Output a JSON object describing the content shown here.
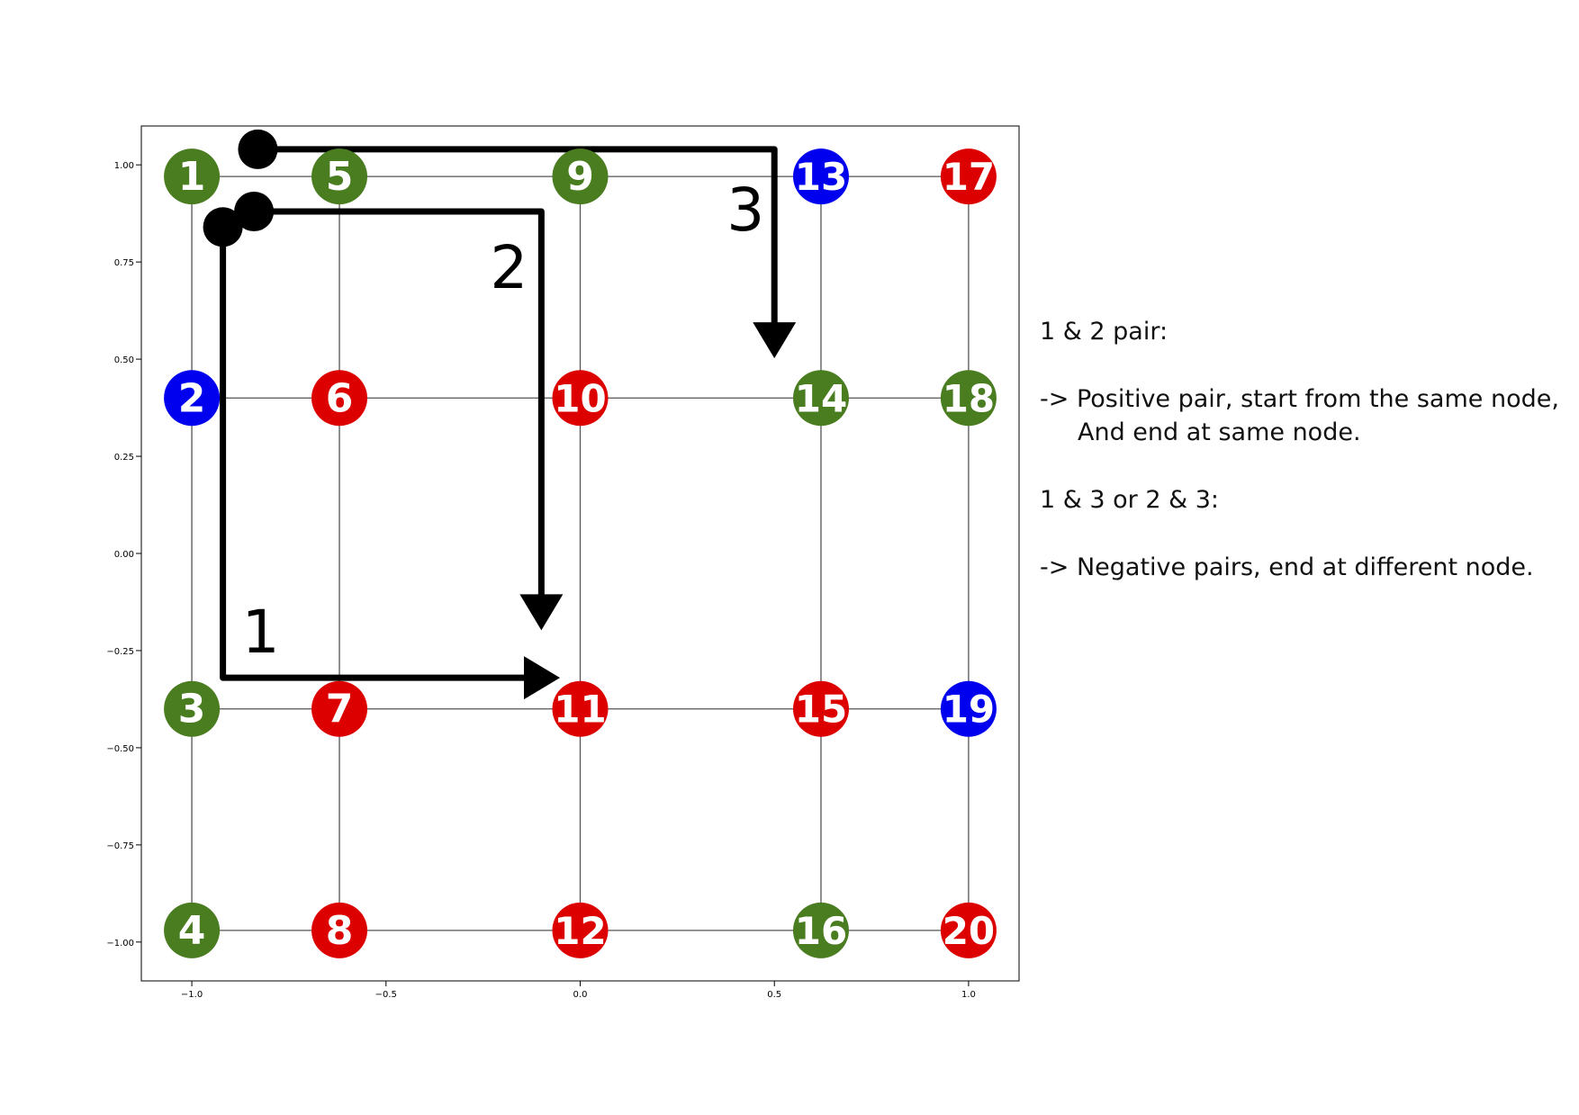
{
  "chart_data": {
    "type": "scatter",
    "title": "",
    "xlabel": "",
    "ylabel": "",
    "xlim": [
      -1.13,
      1.13
    ],
    "ylim": [
      -1.1,
      1.1
    ],
    "x_ticks": [
      {
        "value": -1.0,
        "label": "−1.0"
      },
      {
        "value": -0.5,
        "label": "−0.5"
      },
      {
        "value": 0.0,
        "label": "0.0"
      },
      {
        "value": 0.5,
        "label": "0.5"
      },
      {
        "value": 1.0,
        "label": "1.0"
      }
    ],
    "y_ticks": [
      {
        "value": 1.0,
        "label": "1.00"
      },
      {
        "value": 0.75,
        "label": "0.75"
      },
      {
        "value": 0.5,
        "label": "0.50"
      },
      {
        "value": 0.25,
        "label": "0.25"
      },
      {
        "value": 0.0,
        "label": "0.00"
      },
      {
        "value": -0.25,
        "label": "−0.25"
      },
      {
        "value": -0.5,
        "label": "−0.50"
      },
      {
        "value": -0.75,
        "label": "−0.75"
      },
      {
        "value": -1.0,
        "label": "−1.00"
      }
    ],
    "colors": {
      "green": "#4a7c20",
      "blue": "#0000ee",
      "red": "#dd0000"
    },
    "nodes": [
      {
        "label": "1",
        "x": -1.0,
        "y": 0.97,
        "color": "green"
      },
      {
        "label": "2",
        "x": -1.0,
        "y": 0.4,
        "color": "blue"
      },
      {
        "label": "3",
        "x": -1.0,
        "y": -0.4,
        "color": "green"
      },
      {
        "label": "4",
        "x": -1.0,
        "y": -0.97,
        "color": "green"
      },
      {
        "label": "5",
        "x": -0.62,
        "y": 0.97,
        "color": "green"
      },
      {
        "label": "6",
        "x": -0.62,
        "y": 0.4,
        "color": "red"
      },
      {
        "label": "7",
        "x": -0.62,
        "y": -0.4,
        "color": "red"
      },
      {
        "label": "8",
        "x": -0.62,
        "y": -0.97,
        "color": "red"
      },
      {
        "label": "9",
        "x": 0.0,
        "y": 0.97,
        "color": "green"
      },
      {
        "label": "10",
        "x": 0.0,
        "y": 0.4,
        "color": "red"
      },
      {
        "label": "11",
        "x": 0.0,
        "y": -0.4,
        "color": "red"
      },
      {
        "label": "12",
        "x": 0.0,
        "y": -0.97,
        "color": "red"
      },
      {
        "label": "13",
        "x": 0.62,
        "y": 0.97,
        "color": "blue"
      },
      {
        "label": "14",
        "x": 0.62,
        "y": 0.4,
        "color": "green"
      },
      {
        "label": "15",
        "x": 0.62,
        "y": -0.4,
        "color": "red"
      },
      {
        "label": "16",
        "x": 0.62,
        "y": -0.97,
        "color": "green"
      },
      {
        "label": "17",
        "x": 1.0,
        "y": 0.97,
        "color": "red"
      },
      {
        "label": "18",
        "x": 1.0,
        "y": 0.4,
        "color": "green"
      },
      {
        "label": "19",
        "x": 1.0,
        "y": -0.4,
        "color": "blue"
      },
      {
        "label": "20",
        "x": 1.0,
        "y": -0.97,
        "color": "red"
      }
    ],
    "edges": [
      [
        "1",
        "5"
      ],
      [
        "5",
        "9"
      ],
      [
        "9",
        "13"
      ],
      [
        "13",
        "17"
      ],
      [
        "2",
        "6"
      ],
      [
        "6",
        "10"
      ],
      [
        "10",
        "14"
      ],
      [
        "14",
        "18"
      ],
      [
        "3",
        "7"
      ],
      [
        "7",
        "11"
      ],
      [
        "11",
        "15"
      ],
      [
        "15",
        "19"
      ],
      [
        "4",
        "8"
      ],
      [
        "8",
        "12"
      ],
      [
        "12",
        "16"
      ],
      [
        "16",
        "20"
      ],
      [
        "1",
        "2"
      ],
      [
        "2",
        "3"
      ],
      [
        "3",
        "4"
      ],
      [
        "5",
        "6"
      ],
      [
        "6",
        "7"
      ],
      [
        "7",
        "8"
      ],
      [
        "9",
        "10"
      ],
      [
        "10",
        "11"
      ],
      [
        "11",
        "12"
      ],
      [
        "13",
        "14"
      ],
      [
        "14",
        "15"
      ],
      [
        "15",
        "16"
      ],
      [
        "17",
        "18"
      ],
      [
        "18",
        "19"
      ],
      [
        "19",
        "20"
      ]
    ],
    "paths": [
      {
        "label": "1",
        "points": [
          [
            -0.92,
            0.84
          ],
          [
            -0.92,
            -0.32
          ],
          [
            -0.08,
            -0.32
          ]
        ]
      },
      {
        "label": "2",
        "points": [
          [
            -0.84,
            0.88
          ],
          [
            -0.1,
            0.88
          ],
          [
            -0.1,
            -0.17
          ]
        ]
      },
      {
        "label": "3",
        "points": [
          [
            -0.83,
            1.04
          ],
          [
            0.5,
            1.04
          ],
          [
            0.5,
            0.53
          ]
        ]
      }
    ]
  },
  "notes": {
    "line1": "1 & 2 pair:",
    "line2": "-> Positive pair, start from the same node,",
    "line3": "And end at same node.",
    "line4": "1 & 3 or 2 & 3:",
    "line5": "-> Negative pairs, end at different node."
  }
}
